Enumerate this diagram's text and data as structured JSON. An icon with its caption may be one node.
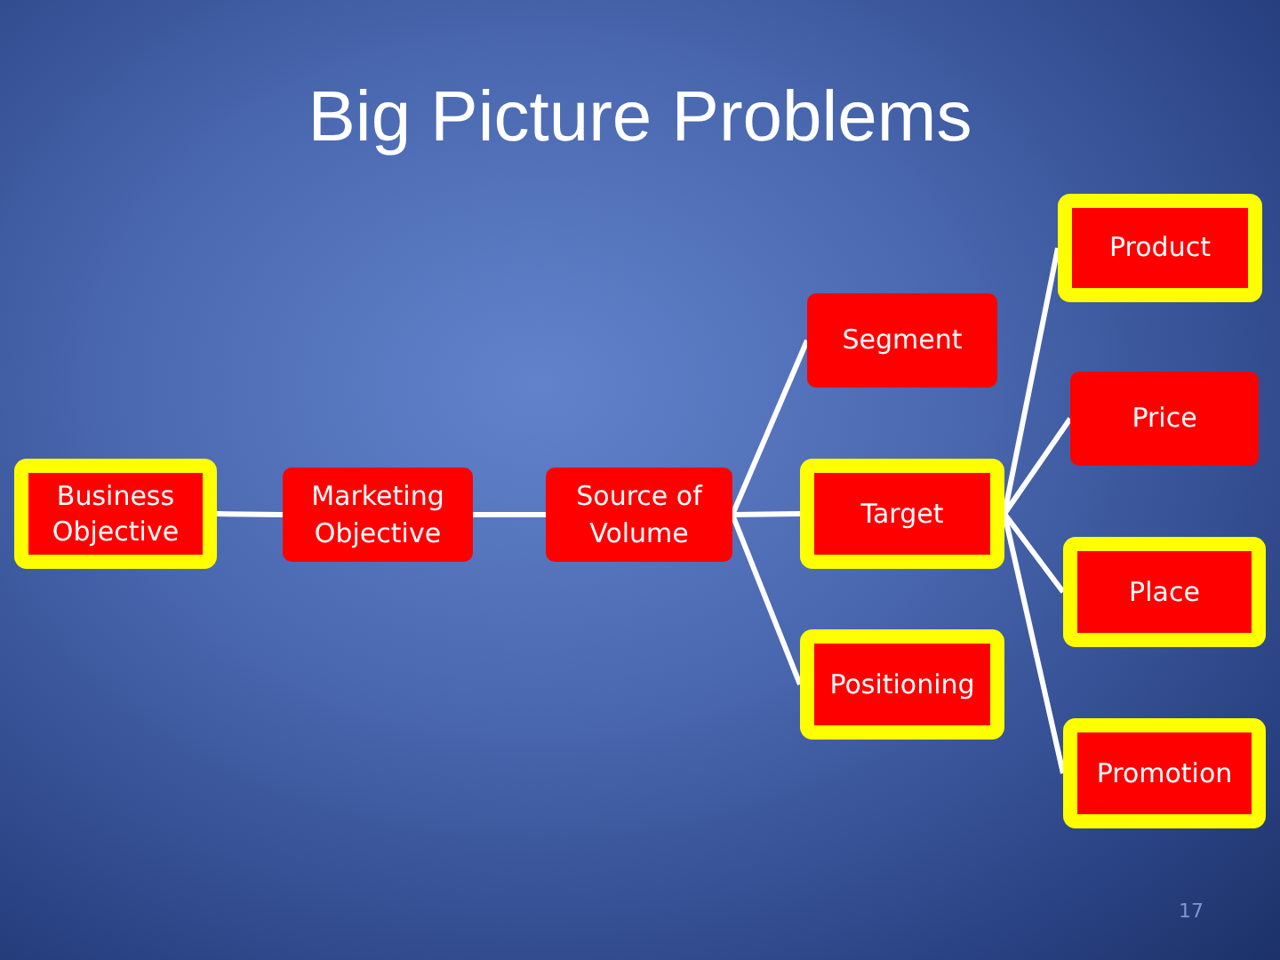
{
  "diagram": {
    "title": "Big Picture Problems",
    "nodes": [
      {
        "text": [
          "Business Objective"
        ]
      },
      {
        "text": [
          "Marketing Objective"
        ]
      },
      {
        "text": [
          "Source of Volume"
        ]
      },
      {
        "text": [
          "Segment"
        ]
      },
      {
        "text": [
          "Target"
        ]
      },
      {
        "text": [
          "Positioning"
        ]
      },
      {
        "text": [
          "Product"
        ]
      },
      {
        "text": [
          "Price"
        ]
      },
      {
        "text": [
          "Place"
        ]
      },
      {
        "text": [
          "Promotion"
        ]
      }
    ],
    "edges": [
      {
        "from": 0,
        "to": 1,
        "arrow": "none"
      },
      {
        "from": 1,
        "to": 2,
        "arrow": "none"
      },
      {
        "from": 2,
        "to": 3,
        "arrow": "none"
      },
      {
        "from": 2,
        "to": 4,
        "arrow": "none"
      },
      {
        "from": 2,
        "to": 5,
        "arrow": "none"
      },
      {
        "from": 4,
        "to": 6,
        "arrow": "none"
      },
      {
        "from": 4,
        "to": 7,
        "arrow": "none"
      },
      {
        "from": 4,
        "to": 8,
        "arrow": "none"
      },
      {
        "from": 4,
        "to": 9,
        "arrow": "none"
      }
    ],
    "labels": [
      "17"
    ]
  }
}
